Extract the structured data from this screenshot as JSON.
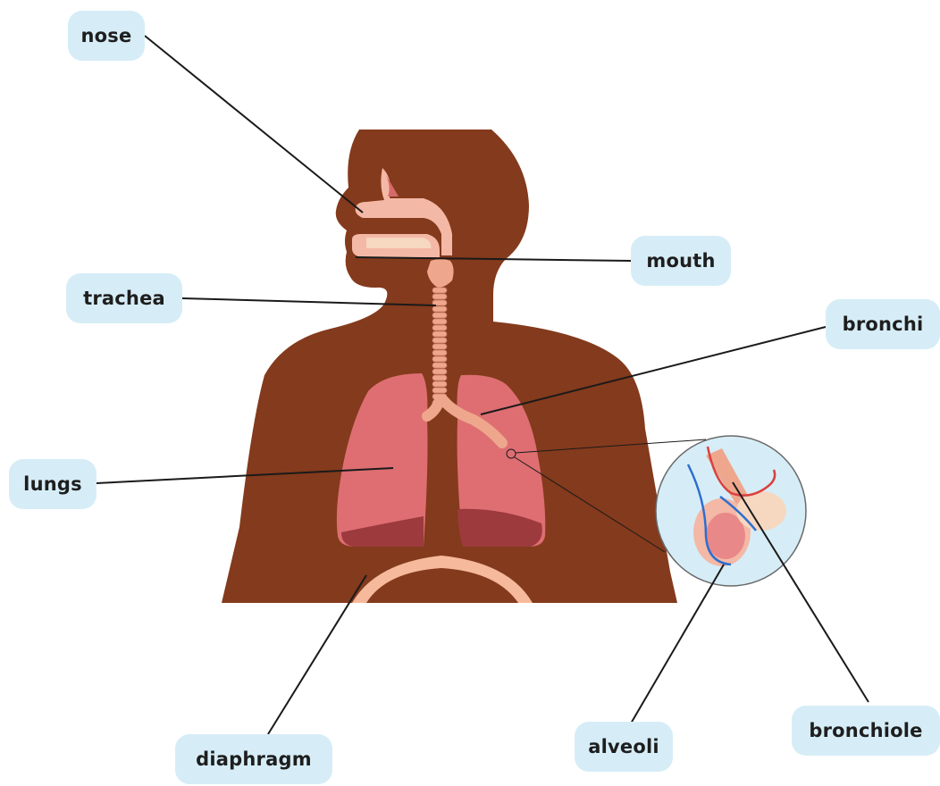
{
  "labels": {
    "nose": "nose",
    "mouth": "mouth",
    "trachea": "trachea",
    "bronchi": "bronchi",
    "lungs": "lungs",
    "diaphragm": "diaphragm",
    "alveoli": "alveoli",
    "bronchiole": "bronchiole"
  },
  "colors": {
    "skin": "#843a1c",
    "label_bg": "#d6edf7",
    "lung": "#de6e72",
    "lung_dark": "#9c3a3e",
    "trachea": "#eea78d",
    "tissue": "#f6b99b",
    "leader_line": "#1a1a1a"
  }
}
